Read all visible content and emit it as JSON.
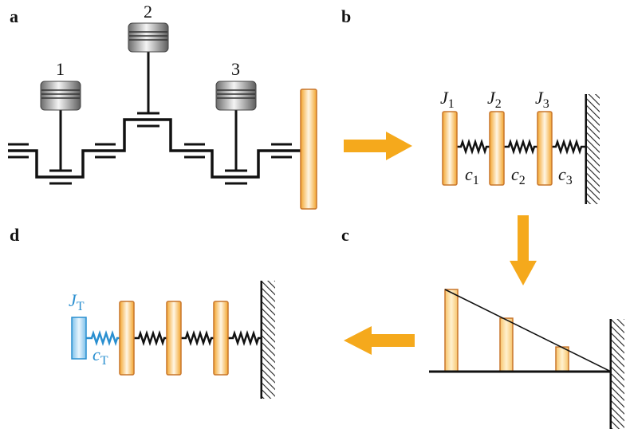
{
  "panels": {
    "a": "a",
    "b": "b",
    "c": "c",
    "d": "d"
  },
  "cylinders": [
    "1",
    "2",
    "3"
  ],
  "panel_b": {
    "inertias": [
      {
        "base": "J",
        "sub": "1"
      },
      {
        "base": "J",
        "sub": "2"
      },
      {
        "base": "J",
        "sub": "3"
      }
    ],
    "springs": [
      {
        "base": "c",
        "sub": "1"
      },
      {
        "base": "c",
        "sub": "2"
      },
      {
        "base": "c",
        "sub": "3"
      }
    ]
  },
  "panel_c": {
    "relative_amplitudes": [
      1.0,
      0.65,
      0.3
    ]
  },
  "panel_d": {
    "inertia": {
      "base": "J",
      "sub": "T"
    },
    "spring": {
      "base": "c",
      "sub": "T"
    }
  },
  "colors": {
    "disk": "#f6b93b",
    "disk_edge": "#c8762b",
    "arrow": "#f5a91c",
    "accent": "#2a8fd0",
    "shaft": "#111111"
  }
}
